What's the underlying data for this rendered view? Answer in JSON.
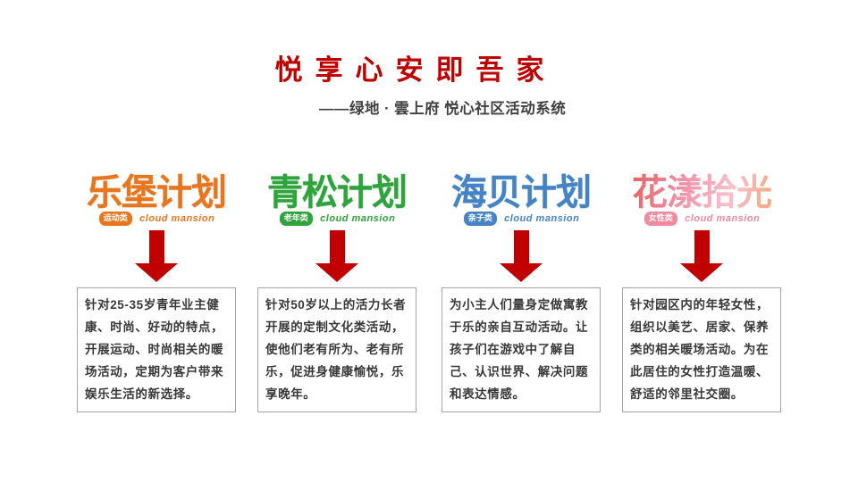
{
  "header": {
    "title": "悦享心安即吾家",
    "subtitle": "——绿地 · 雲上府 悦心社区活动系统"
  },
  "colors": {
    "title_red": "#C00000",
    "arrow_red": "#C00000",
    "box_border": "#A6A6A6",
    "orange": "#E8761F",
    "green": "#2FA43C",
    "blue": "#4484C6",
    "pink": "#EF8AA0"
  },
  "programs": [
    {
      "logo_text": "乐堡计划",
      "category": "运动类",
      "brand": "cloud mansion",
      "color": "#E8761F",
      "description": "针对25-35岁青年业主健康、时尚、好动的特点，开展运动、时尚相关的暖场活动，定期为客户带来娱乐生活的新选择。"
    },
    {
      "logo_text": "青松计划",
      "category": "老年类",
      "brand": "cloud mansion",
      "color": "#2FA43C",
      "description": "针对50岁以上的活力长者开展的定制文化类活动，使他们老有所为、老有所乐，促进身健康愉悦，乐享晚年。"
    },
    {
      "logo_text": "海贝计划",
      "category": "亲子类",
      "brand": "cloud mansion",
      "color": "#4484C6",
      "description": "为小主人们量身定做寓教于乐的亲自互动活动。让孩子们在游戏中了解自己、认识世界、解决问题和表达情感。"
    },
    {
      "logo_text": "花漾拾光",
      "category": "女性类",
      "brand": "cloud mansion",
      "color": "#EF8AA0",
      "logo_gradient": [
        "#E2574A",
        "#EF8AA0",
        "#F8C0CD",
        "#F0A268"
      ],
      "description": "针对园区内的年轻女性，组织以美艺、居家、保养类的相关暖场活动。为在此居住的女性打造温暖、舒适的邻里社交圈。"
    }
  ]
}
